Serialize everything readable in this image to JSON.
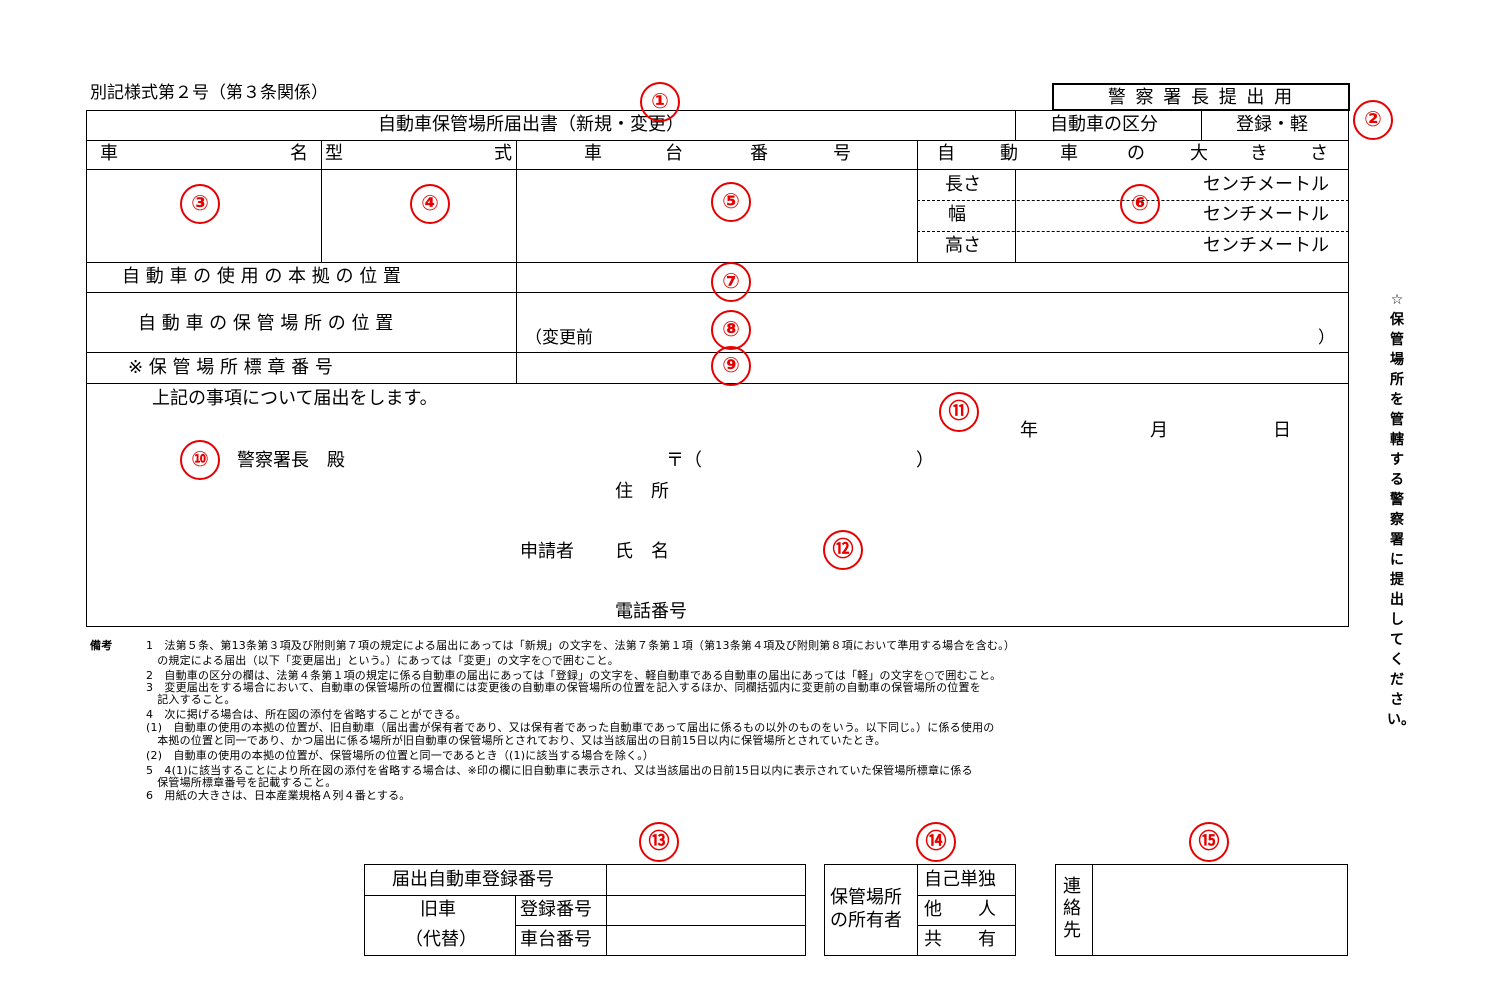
{
  "form": {
    "form_id": "別記様式第２号（第３条関係）",
    "submission_box": "警 察 署 長 提 出 用",
    "title": "自動車保管場所届出書（新規・変更）",
    "vehicle_category_label": "自動車の区分",
    "vehicle_category_value": "登録・軽",
    "header": {
      "car_name": [
        "車",
        "名"
      ],
      "model": [
        "型",
        "式"
      ],
      "chassis_number": [
        "車",
        "台",
        "番",
        "号"
      ],
      "vehicle_size": [
        "自",
        "動",
        "車",
        "の",
        "大",
        "き",
        "さ"
      ]
    },
    "size_rows": [
      {
        "label": "長さ",
        "unit": "センチメートル"
      },
      {
        "label": "幅",
        "unit": "センチメートル"
      },
      {
        "label": "高さ",
        "unit": "センチメートル"
      }
    ],
    "usage_base_location": "自 動 車 の 使 用 の 本 拠 の 位 置",
    "storage_location": "自 動 車 の 保 管 場 所 の 位 置",
    "before_change_open": "（変更前",
    "before_change_close": "）",
    "storage_sign_number": "※ 保 管 場 所 標 章 番 号",
    "declaration_text": "上記の事項について届出をします。",
    "date": {
      "year": "年",
      "month": "月",
      "day": "日"
    },
    "addressee": "警察署長　殿",
    "postal_open": "〒（",
    "postal_close": "）",
    "address_label": "住　所",
    "applicant_label": "申請者",
    "name_label": "氏　名",
    "phone_label": "電話番号"
  },
  "notes": {
    "label": "備考",
    "lines": [
      "1　法第５条、第13条第３項及び附則第７項の規定による届出にあっては「新規」の文字を、法第７条第１項（第13条第４項及び附則第８項において準用する場合を含む。）",
      "　の規定による届出（以下「変更届出」という。）にあっては「変更」の文字を○で囲むこと。",
      "2　自動車の区分の欄は、法第４条第１項の規定に係る自動車の届出にあっては「登録」の文字を、軽自動車である自動車の届出にあっては「軽」の文字を○で囲むこと。",
      "3　変更届出をする場合において、自動車の保管場所の位置欄には変更後の自動車の保管場所の位置を記入するほか、同欄括弧内に変更前の自動車の保管場所の位置を",
      "　記入すること。",
      "4　次に掲げる場合は、所在図の添付を省略することができる。",
      "(1)　自動車の使用の本拠の位置が、旧自動車（届出書が保有者であり、又は保有者であった自動車であって届出に係るもの以外のものをいう。以下同じ。）に係る使用の",
      "　本拠の位置と同一であり、かつ届出に係る場所が旧自動車の保管場所とされており、又は当該届出の日前15日以内に保管場所とされていたとき。",
      "(2)　自動車の使用の本拠の位置が、保管場所の位置と同一であるとき（(1)に該当する場合を除く。）",
      "5　4(1)に該当することにより所在図の添付を省略する場合は、※印の欄に旧自動車に表示され、又は当該届出の日前15日以内に表示されていた保管場所標章に係る",
      "　保管場所標章番号を記載すること。",
      "6　用紙の大きさは、日本産業規格Ａ列４番とする。"
    ]
  },
  "bottom": {
    "registration_title": "届出自動車登録番号",
    "old_car_label": "旧車",
    "old_car_sub": "（代替）",
    "registration_number": "登録番号",
    "chassis_number": "車台番号",
    "owner_label_1": "保管場所",
    "owner_label_2": "の所有者",
    "owner_options": [
      "自己単独",
      "他　　人",
      "共　　有"
    ],
    "contact_label": "連絡先"
  },
  "side_note": "☆保管場所を管轄する警察署に提出してください。",
  "markers": [
    "①",
    "②",
    "③",
    "④",
    "⑤",
    "⑥",
    "⑦",
    "⑧",
    "⑨",
    "⑩",
    "⑪",
    "⑫",
    "⑬",
    "⑭",
    "⑮"
  ],
  "colors": {
    "marker": "#e60000",
    "line": "#000000"
  }
}
